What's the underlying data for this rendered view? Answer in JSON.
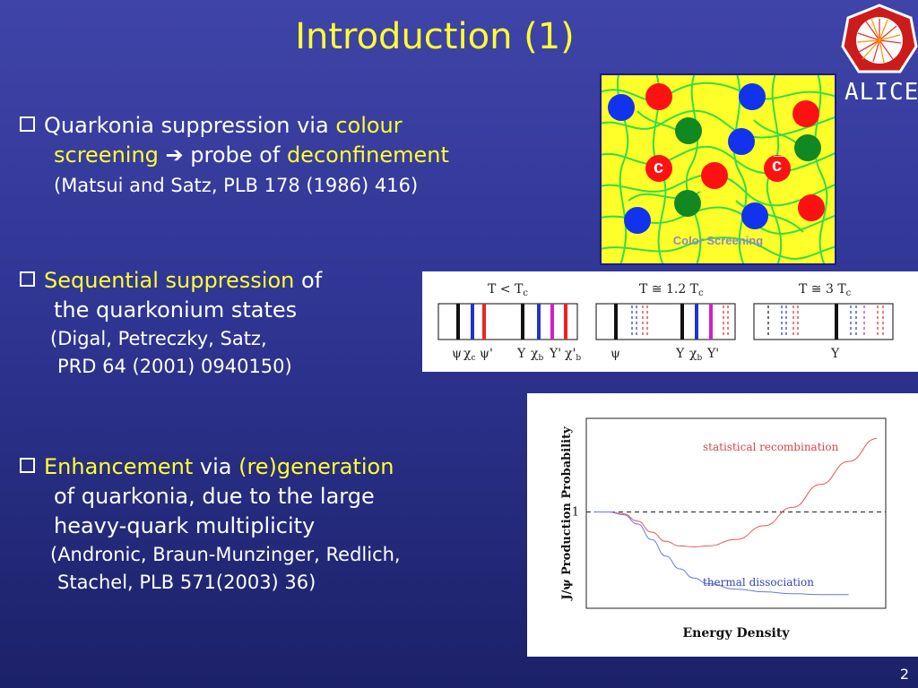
{
  "slide": {
    "title": "Introduction (1)",
    "page_number": "2",
    "logo_text": "ALICE"
  },
  "bullets": {
    "b1": {
      "t1": "Quarkonia suppression via ",
      "t2": "colour",
      "t3": "screening",
      "arrow": " ➔ ",
      "t4": "probe of ",
      "t5": "deconfinement",
      "ref": "(Matsui and Satz, PLB 178 (1986) 416)"
    },
    "b2": {
      "t1": "Sequential suppression",
      "t2": " of",
      "t3": "the quarkonium states",
      "ref1": "(Digal, Petreczky, Satz,",
      "ref2": "PRD 64 (2001) 0940150)"
    },
    "b3": {
      "t1": "Enhancement",
      "t2": " via ",
      "t3": "(re)generation",
      "t4": "of quarkonia, due to the large",
      "t5": "heavy-quark multiplicity",
      "ref1": "(Andronic, Braun-Munzinger, Redlich,",
      "ref2": "Stachel, PLB 571(2003) 36)"
    }
  },
  "screening_figure": {
    "label": "Color Screening",
    "quark": "c",
    "antiquark": "c̅",
    "colors": {
      "background": "#ffff2a",
      "red": "#ff1111",
      "blue": "#1133ee",
      "green": "#118822",
      "string": "#33dd44"
    }
  },
  "sequential_figure": {
    "panels": [
      {
        "header": "T  <  T",
        "sub": "c",
        "labels": [
          "ψ",
          "χ",
          "c",
          "ψ'",
          "Υ",
          "χ",
          "b",
          "Υ'",
          "χ'",
          "b"
        ]
      },
      {
        "header": "T  ≅ 1.2 T",
        "sub": "c",
        "labels": [
          "ψ",
          "Υ",
          "χ",
          "b",
          "Υ'"
        ]
      },
      {
        "header": "T  ≅  3 T",
        "sub": "c",
        "labels": [
          "Υ"
        ]
      }
    ]
  },
  "chart_data": {
    "type": "line",
    "title": "",
    "xlabel": "Energy Density",
    "ylabel": "J/ψ Production Probability",
    "reference_line": {
      "y": 1,
      "label": "1",
      "style": "dashed"
    },
    "series": [
      {
        "name": "statistical recombination",
        "color": "#ee5555",
        "x": [
          0,
          0.5,
          1.0,
          1.5,
          2.0,
          2.5,
          3.0,
          3.5,
          4.0,
          5.0,
          6.0,
          7.0,
          8.0,
          9.0,
          10.0
        ],
        "y": [
          1.0,
          1.0,
          0.98,
          0.9,
          0.78,
          0.68,
          0.63,
          0.62,
          0.63,
          0.7,
          0.85,
          1.05,
          1.3,
          1.55,
          1.8
        ]
      },
      {
        "name": "thermal dissociation",
        "color": "#6677ee",
        "x": [
          0,
          0.5,
          1.0,
          1.5,
          2.0,
          2.5,
          3.0,
          3.5,
          4.0,
          5.0,
          6.0,
          7.0,
          8.0,
          9.0
        ],
        "y": [
          1.0,
          1.0,
          0.97,
          0.87,
          0.7,
          0.52,
          0.38,
          0.28,
          0.22,
          0.16,
          0.13,
          0.11,
          0.1,
          0.1
        ]
      }
    ],
    "xlim": [
      0,
      10
    ],
    "ylim": [
      0,
      2
    ],
    "grid": false,
    "legend": "inline-labels"
  }
}
